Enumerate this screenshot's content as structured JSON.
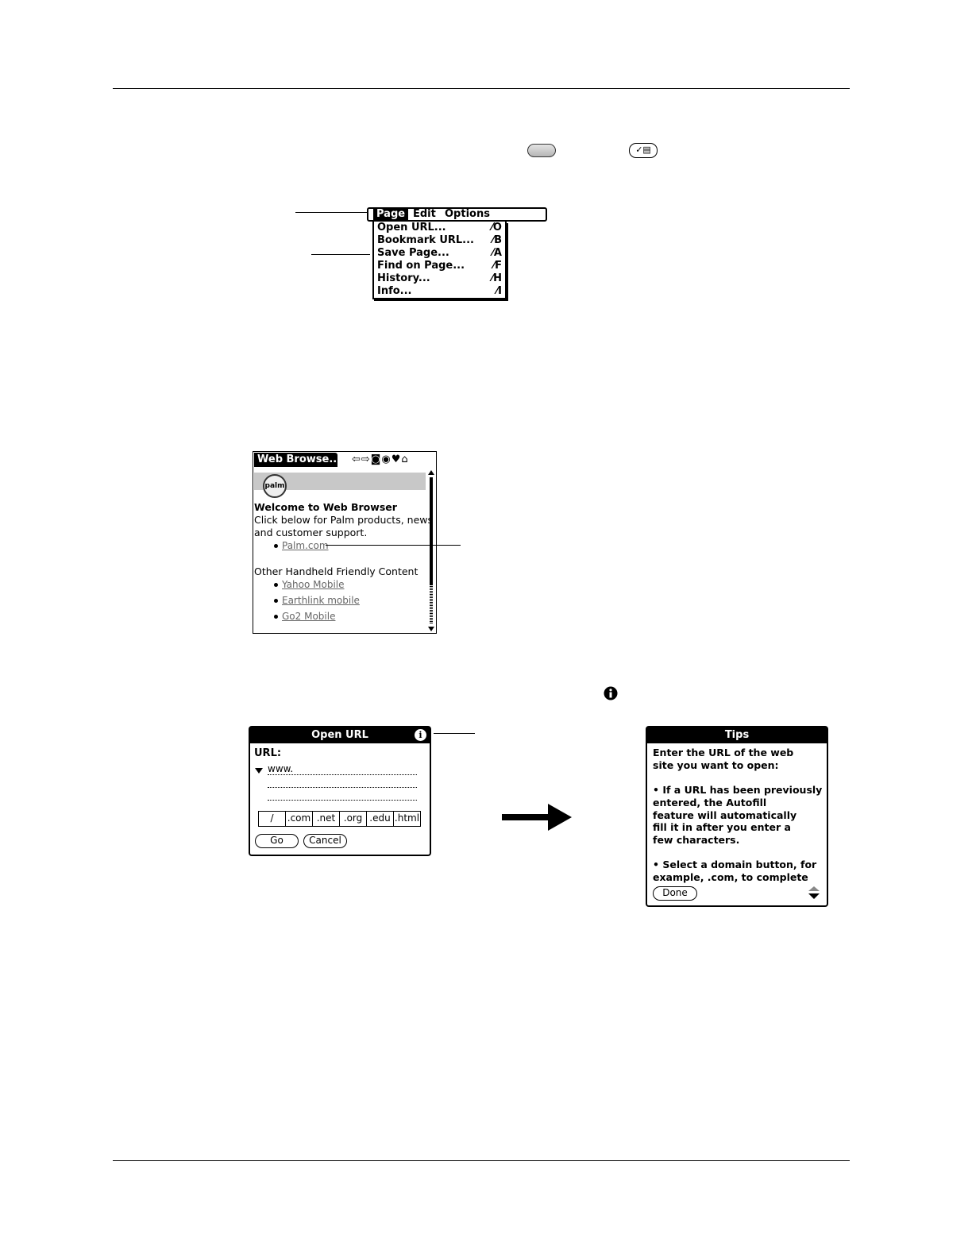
{
  "page_icons": {
    "oval_button": "oval-hardware-button",
    "menu_button": "menu-icon",
    "menu_glyph": "✓▤",
    "info_icon": "info-icon",
    "info_glyph": "i"
  },
  "menu": {
    "bar": [
      "Page",
      "Edit",
      "Options"
    ],
    "items": [
      {
        "label": "Open URL...",
        "shortcut": "⁄O"
      },
      {
        "label": "Bookmark URL...",
        "shortcut": "⁄B"
      },
      {
        "label": "Save Page...",
        "shortcut": "⁄A"
      },
      {
        "label": "Find on Page...",
        "shortcut": "⁄F"
      },
      {
        "label": "History...",
        "shortcut": "⁄H"
      },
      {
        "label": "Info...",
        "shortcut": "⁄I"
      }
    ]
  },
  "browser": {
    "title": "Web Browse...",
    "toolbar_icons": "⇦⇨◙◉♥⌂",
    "logo": "palm",
    "heading": "Welcome to Web Browser",
    "intro_line1": "Click below for Palm products, news",
    "intro_line2": "and customer support.",
    "link_palm": "Palm.com",
    "section2": "Other Handheld Friendly Content",
    "links": [
      "Yahoo Mobile",
      "Earthlink mobile",
      "Go2 Mobile"
    ]
  },
  "open_url": {
    "title": "Open URL",
    "url_label": "URL:",
    "url_value": "www.",
    "domains": [
      "/",
      ".com",
      ".net",
      ".org",
      ".edu",
      ".html"
    ],
    "go": "Go",
    "cancel": "Cancel"
  },
  "tips": {
    "title": "Tips",
    "lines": [
      "Enter the URL of the web",
      "site you want to open:",
      "",
      "• If a URL has been previously",
      "entered, the Autofill",
      "feature will automatically",
      "fill it in after you enter a",
      "few characters.",
      "",
      "• Select a domain button, for",
      "example,  .com,  to complete"
    ],
    "done": "Done"
  }
}
